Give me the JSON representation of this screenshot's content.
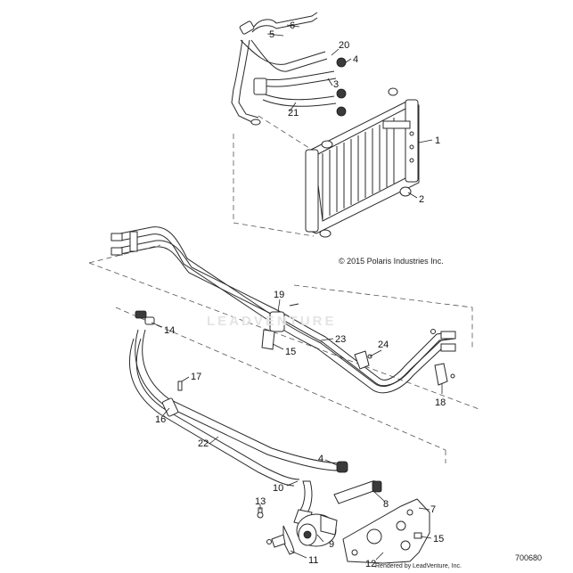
{
  "diagram": {
    "copyright": "© 2015 Polaris Industries Inc.",
    "figure_id": "700680",
    "rendered_by": "Rendered by LeadVenture, Inc.",
    "watermark": "LEADVENTURE",
    "callouts": [
      "1",
      "2",
      "3",
      "4",
      "5",
      "6",
      "20",
      "21",
      "19",
      "23",
      "15",
      "24",
      "18",
      "14",
      "17",
      "16",
      "22",
      "4",
      "10",
      "8",
      "7",
      "13",
      "9",
      "15",
      "11",
      "12"
    ]
  }
}
